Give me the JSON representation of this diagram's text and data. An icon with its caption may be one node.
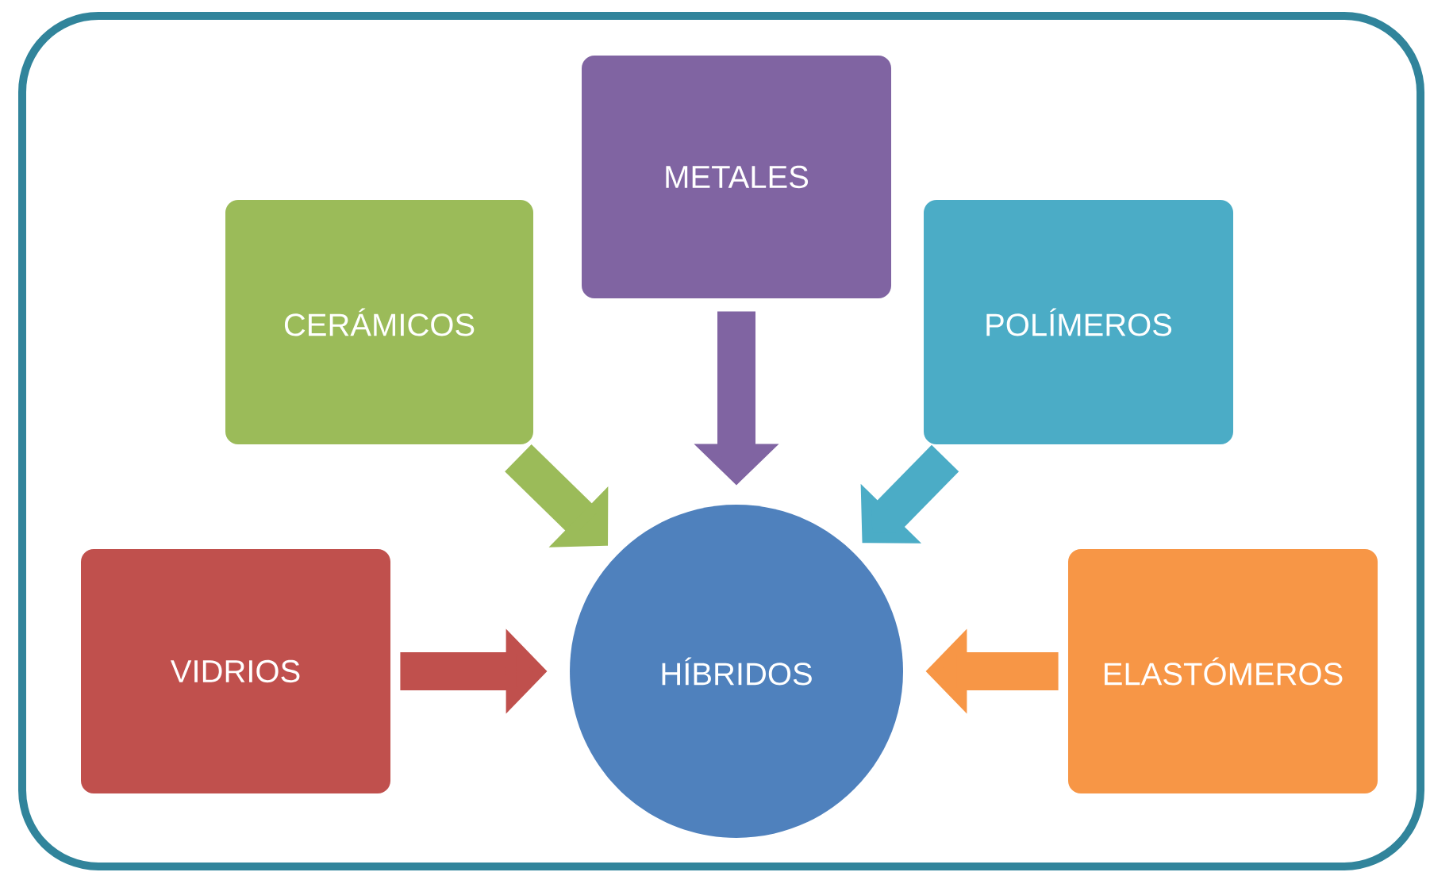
{
  "diagram": {
    "nodes": [
      {
        "text": [
          "METALES"
        ]
      },
      {
        "text": [
          "CERÁMICOS"
        ]
      },
      {
        "text": [
          "POLÍMEROS"
        ]
      },
      {
        "text": [
          "VIDRIOS"
        ]
      },
      {
        "text": [
          "HÍBRIDOS"
        ]
      },
      {
        "text": [
          "ELASTÓMEROS"
        ]
      }
    ],
    "edges": [
      {
        "from": 0,
        "to": 4,
        "arrow": "to",
        "color": "#8064a2"
      },
      {
        "from": 1,
        "to": 4,
        "arrow": "to",
        "color": "#9bbb59"
      },
      {
        "from": 2,
        "to": 4,
        "arrow": "to",
        "color": "#4bacc6"
      },
      {
        "from": 3,
        "to": 4,
        "arrow": "to",
        "color": "#c0504d"
      },
      {
        "from": 5,
        "to": 4,
        "arrow": "to",
        "color": "#f79646"
      }
    ]
  }
}
